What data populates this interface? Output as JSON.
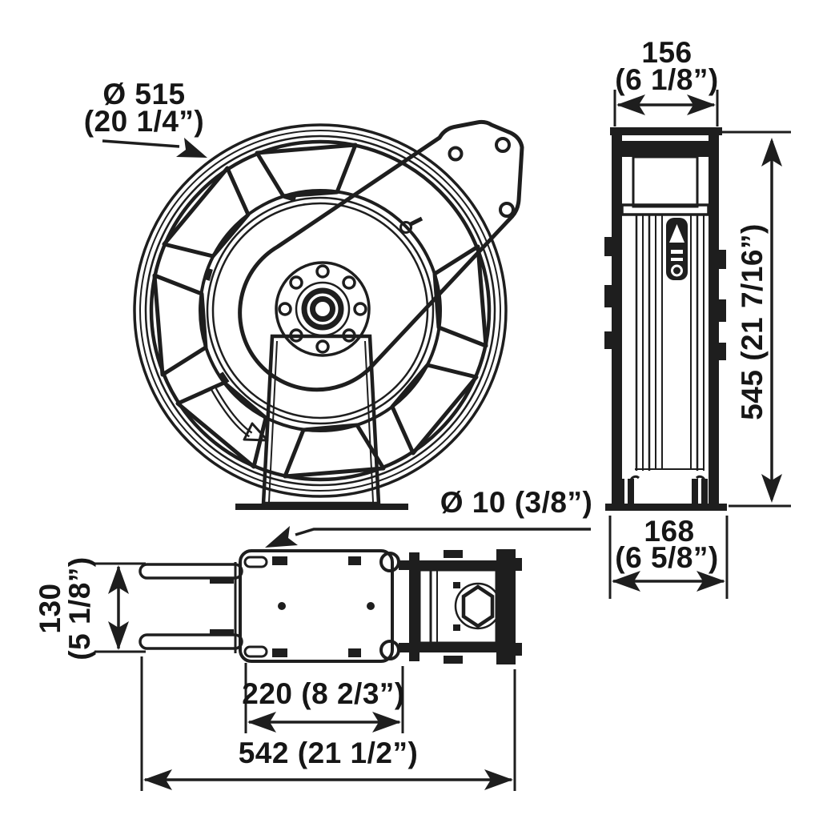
{
  "drawing": {
    "type": "hose-reel-technical-drawing",
    "background": "#ffffff",
    "line_color": "#1e1e1e"
  },
  "dimensions": {
    "reel_diameter": {
      "value": "Ø 515",
      "imperial": "(20 1/4”)"
    },
    "side_width": {
      "value": "156",
      "imperial": "(6 1/8”)"
    },
    "overall_height": {
      "value": "545 (21 7/16”)"
    },
    "mount_hole": {
      "value": "Ø 10 (3/8”)"
    },
    "base_depth": {
      "value": "168",
      "imperial": "(6 5/8”)"
    },
    "fork_height": {
      "value": "130",
      "imperial": "(5 1/8”)"
    },
    "mount_spacing": {
      "value": "220 (8 2/3”)"
    },
    "overall_length": {
      "value": "542 (21 1/2”)"
    }
  }
}
